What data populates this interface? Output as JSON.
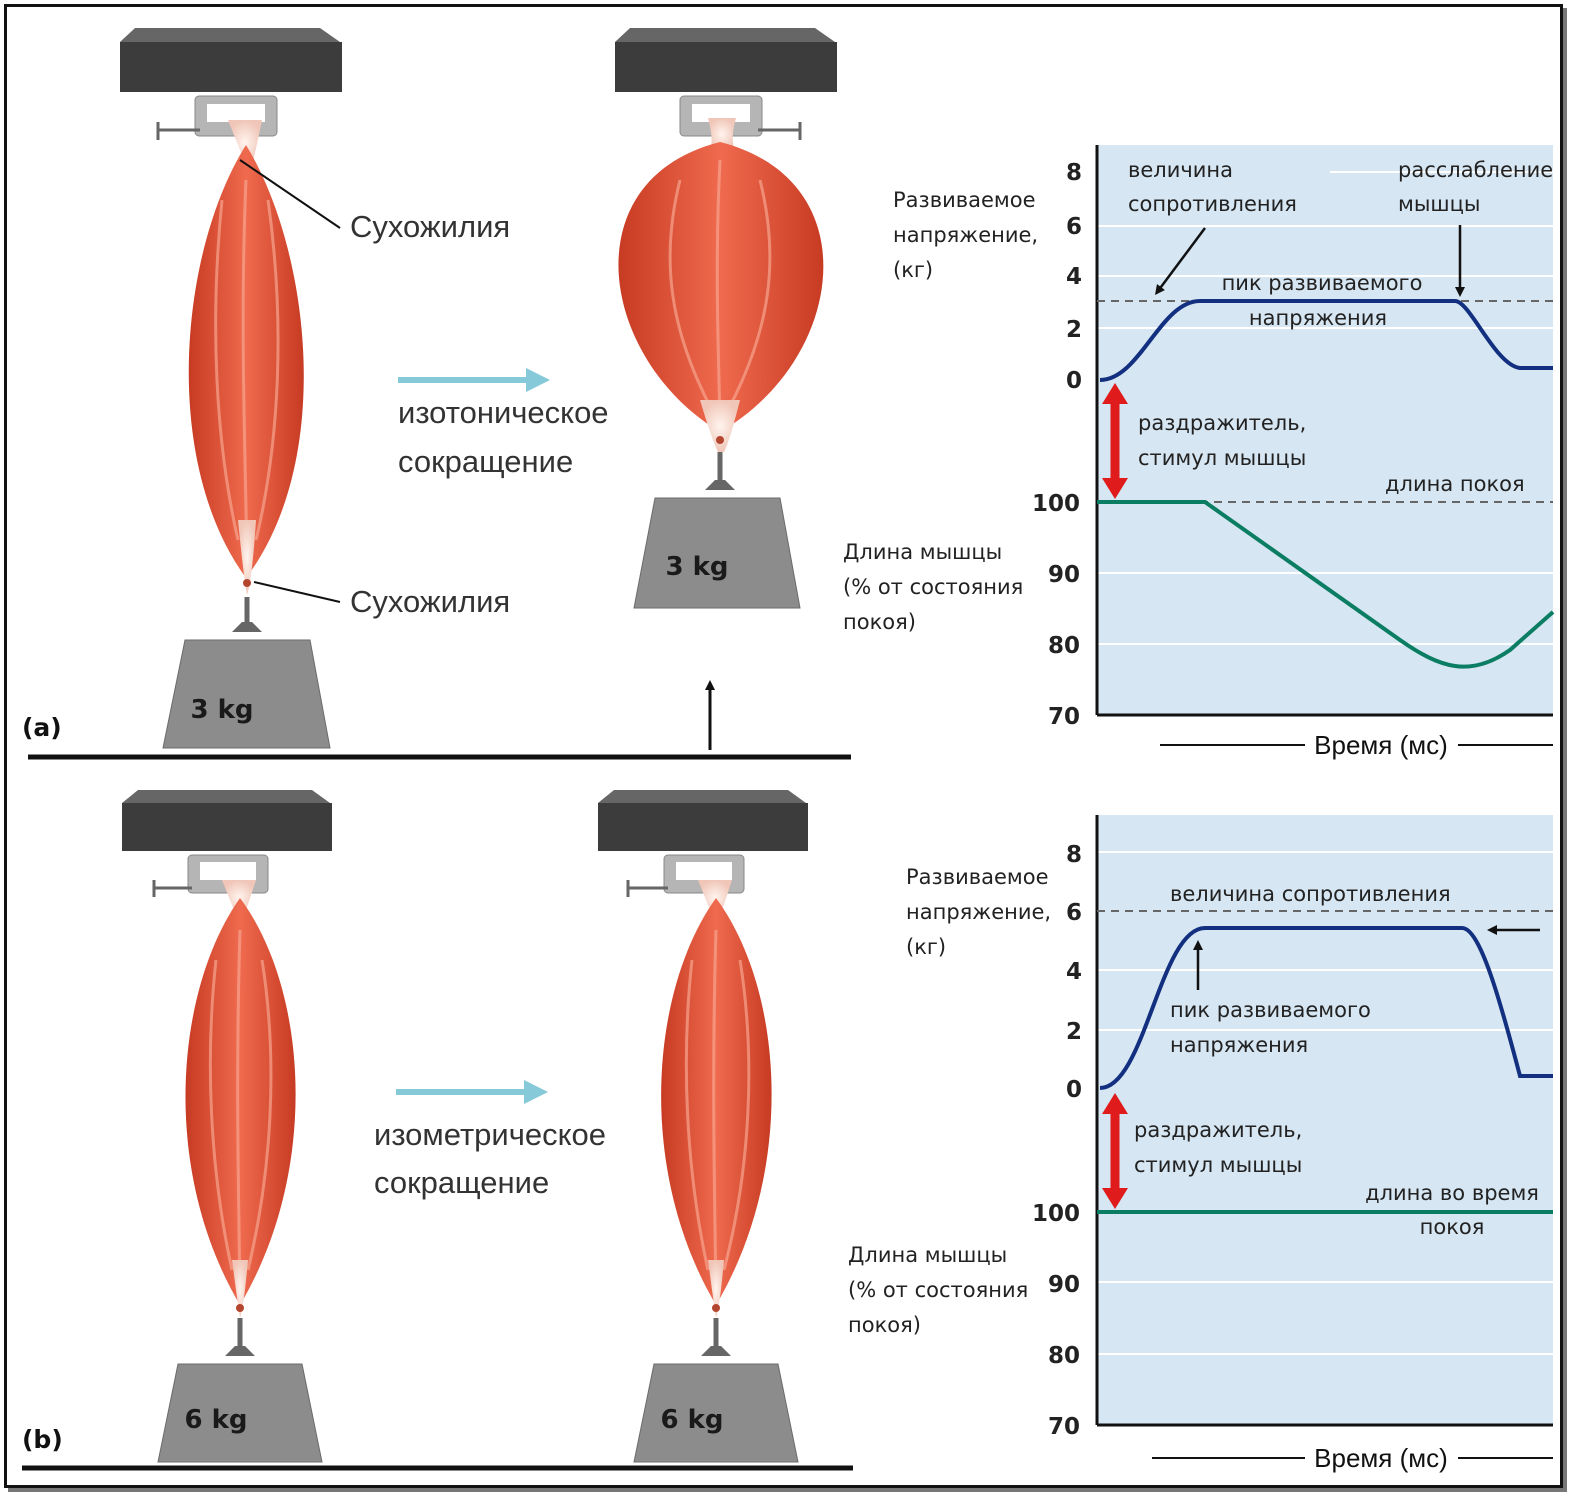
{
  "colors": {
    "muscle": "#e8553a",
    "muscle_dark": "#c73b23",
    "tendon": "#f3ddd3",
    "chart_bg": "#d6e6f2",
    "tension_curve": "#12307f",
    "length_curve": "#0a7d63",
    "stimulus_arrow": "#e01b1b",
    "contraction_arrow": "#86c9d9"
  },
  "panel_a": {
    "label": "(a)",
    "tendon_top": "Сухожилия",
    "tendon_bottom": "Сухожилия",
    "contraction_line1": "изотоническое",
    "contraction_line2": "сокращение",
    "weight_before": "3 kg",
    "weight_after": "3 kg"
  },
  "panel_b": {
    "label": "(b)",
    "contraction_line1": "изометрическое",
    "contraction_line2": "сокращение",
    "weight_before": "6 kg",
    "weight_after": "6 kg"
  },
  "chart_a": {
    "tension_label": [
      "Развиваемое",
      "напряжение,",
      "(кг)"
    ],
    "length_label": [
      "Длина мышцы",
      "(% от состояния",
      "покоя)"
    ],
    "tension_ticks": [
      "8",
      "6",
      "4",
      "2",
      "0"
    ],
    "length_ticks": [
      "100",
      "90",
      "80",
      "70"
    ],
    "annot_resistance": [
      "величина",
      "сопротивления"
    ],
    "annot_relax": [
      "расслабление",
      "мышцы"
    ],
    "annot_peak": [
      "пик развиваемого",
      "напряжения"
    ],
    "annot_stimulus": [
      "раздражитель,",
      "стимул мышцы"
    ],
    "annot_rest_length": [
      "длина покоя"
    ],
    "time_label": "Время (мс)"
  },
  "chart_b": {
    "tension_label": [
      "Развиваемое",
      "напряжение,",
      "(кг)"
    ],
    "length_label": [
      "Длина мышцы",
      "(% от состояния",
      "покоя)"
    ],
    "tension_ticks": [
      "8",
      "6",
      "4",
      "2",
      "0"
    ],
    "length_ticks": [
      "100",
      "90",
      "80",
      "70"
    ],
    "annot_resistance": [
      "величина  сопротивления"
    ],
    "annot_peak": [
      "пик развиваемого",
      "напряжения"
    ],
    "annot_stimulus": [
      "раздражитель,",
      "стимул мышцы"
    ],
    "annot_rest_length": [
      "длина во время",
      "покоя"
    ],
    "time_label": "Время (мс)"
  }
}
